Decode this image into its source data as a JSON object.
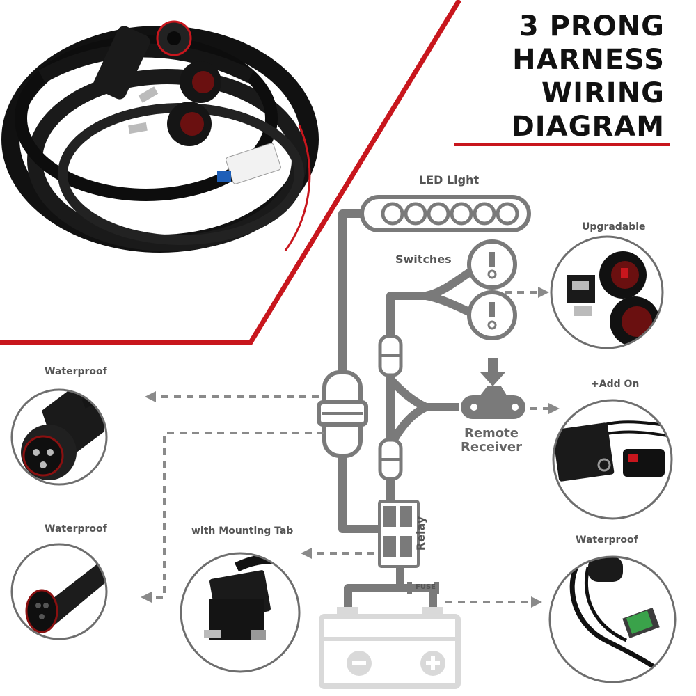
{
  "title": {
    "line1": "3 PRONG",
    "line2": "HARNESS",
    "line3": "WIRING",
    "line4": "DIAGRAM"
  },
  "labels": {
    "led_light": "LED Light",
    "switches": "Switches",
    "upgradable": "Upgradable",
    "add_on": "+Add On",
    "remote_line1": "Remote",
    "remote_line2": "Receiver",
    "relay": "Relay",
    "fuse": "FUSE",
    "waterproof_top_left": "Waterproof",
    "waterproof_bottom_left": "Waterproof",
    "mounting_tab": "with Mounting Tab",
    "waterproof_right": "Waterproof",
    "battery_minus": "−",
    "battery_plus": "+"
  },
  "colors": {
    "accent_red": "#c8161d",
    "wire_gray": "#7a7a7a",
    "battery_gray": "#d9d9d9",
    "circle_border": "#6e6e6e"
  }
}
